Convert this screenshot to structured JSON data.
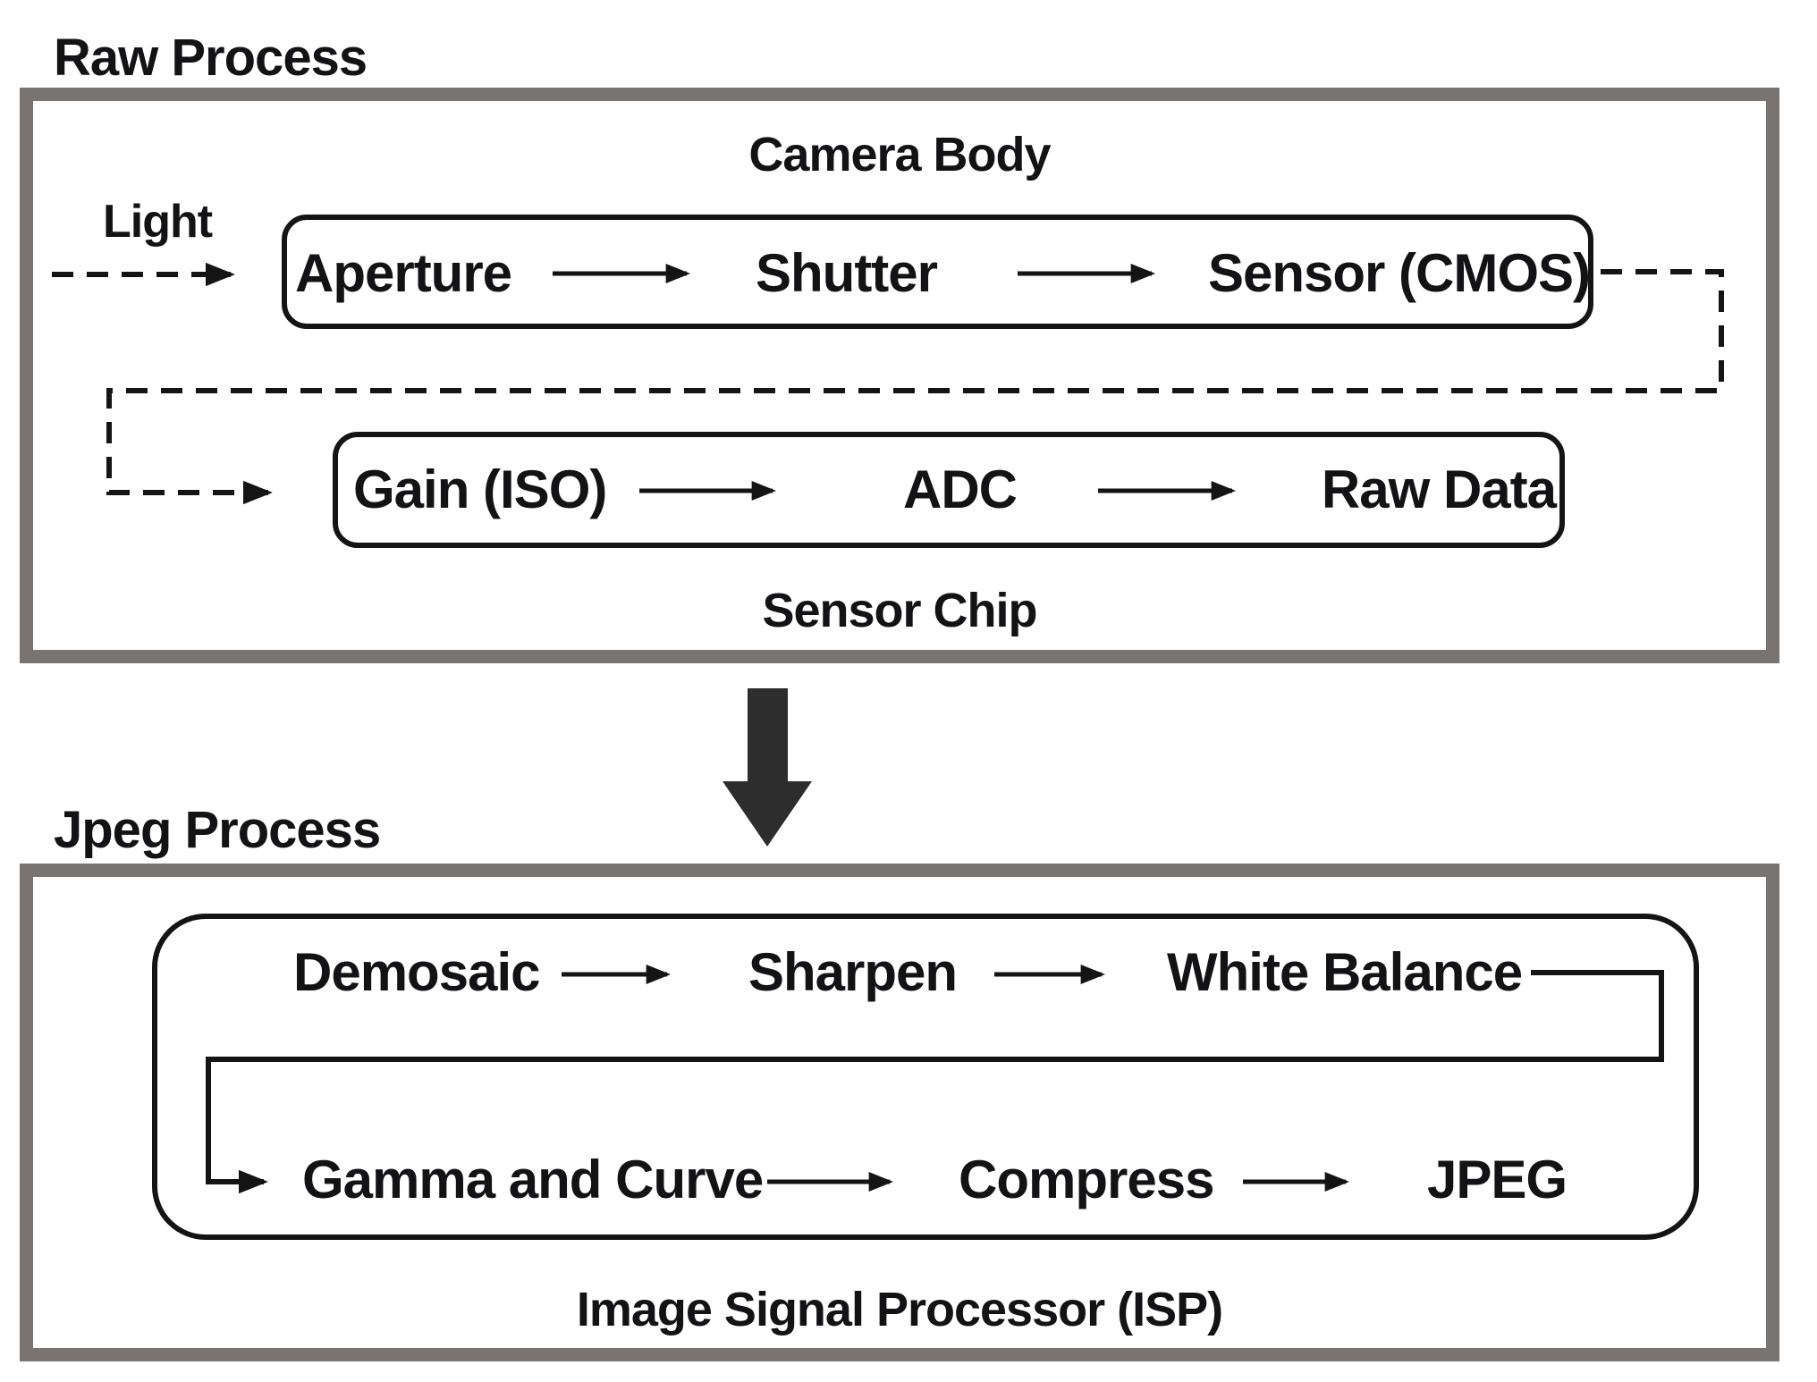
{
  "raw_process": {
    "title": "Raw Process",
    "container_label": "Camera Body",
    "input_label": "Light",
    "row1": [
      "Aperture",
      "Shutter",
      "Sensor (CMOS)"
    ],
    "row2": [
      "Gain (ISO)",
      "ADC",
      "Raw Data"
    ],
    "chip_label": "Sensor Chip"
  },
  "jpeg_process": {
    "title": "Jpeg Process",
    "container_label": "Image Signal Processor (ISP)",
    "row1": [
      "Demosaic",
      "Sharpen",
      "White Balance"
    ],
    "row2": [
      "Gamma and Curve",
      "Compress",
      "JPEG"
    ]
  },
  "colors": {
    "frame_gray": "#787472",
    "line_black": "#141414",
    "big_arrow": "#2d2d2d",
    "text": "#131316",
    "background": "#ffffff"
  }
}
